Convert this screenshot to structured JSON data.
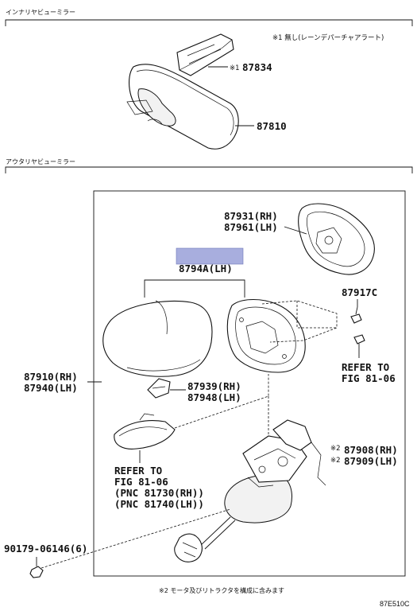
{
  "sections": {
    "inner": "インナリヤビューミラー",
    "outer": "アウタリヤビューミラー"
  },
  "notes": {
    "note1": "※1 無し(レーンデパーチャアラート)",
    "note2": "※2 モータ及びリトラクタを構成に含みます",
    "mark1": "※1",
    "mark2a": "※2",
    "mark2b": "※2"
  },
  "parts": {
    "p87834": "87834",
    "p87810": "87810",
    "p87931": "87931(RH)",
    "p87961": "87961(LH)",
    "p8794A": "8794A(LH)",
    "p87917C": "87917C",
    "refer1_a": "REFER TO",
    "refer1_b": "FIG 81-06",
    "p87910": "87910(RH)",
    "p87940": "87940(LH)",
    "p87939": "87939(RH)",
    "p87948": "87948(LH)",
    "p87908": "87908(RH)",
    "p87909": "87909(LH)",
    "refer2_a": "REFER TO",
    "refer2_b": "FIG 81-06",
    "pnc1": "(PNC 81730(RH))",
    "pnc2": "(PNC 81740(LH))",
    "p90179": "90179-06146(6)"
  },
  "figure_code": "87E510C",
  "highlight_color": "#a8aede"
}
